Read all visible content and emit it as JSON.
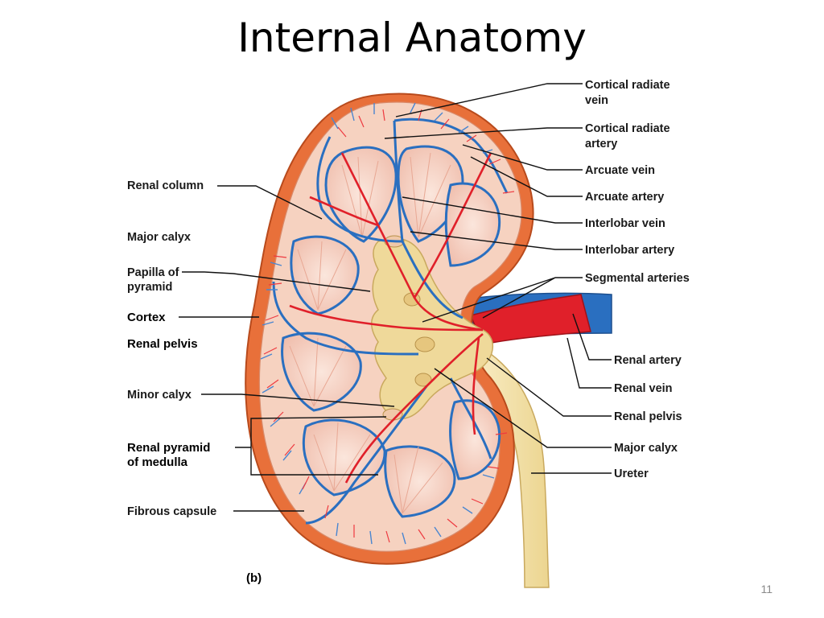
{
  "slide": {
    "title": "Internal Anatomy",
    "slide_number": "11",
    "figure_label": "(b)"
  },
  "labels_left": {
    "renal_column": "Renal column",
    "major_calyx": "Major calyx",
    "papilla_line1": "Papilla of",
    "papilla_line2": "pyramid",
    "cortex": "Cortex",
    "renal_pelvis": "Renal pelvis",
    "minor_calyx": "Minor calyx",
    "renal_pyramid_line1": "Renal pyramid",
    "renal_pyramid_line2": "of medulla",
    "fibrous_capsule": "Fibrous capsule"
  },
  "labels_right": {
    "cortical_radiate_vein_line1": "Cortical radiate",
    "cortical_radiate_vein_line2": "vein",
    "cortical_radiate_artery_line1": "Cortical radiate",
    "cortical_radiate_artery_line2": "artery",
    "arcuate_vein": "Arcuate vein",
    "arcuate_artery": "Arcuate artery",
    "interlobar_vein": "Interlobar vein",
    "interlobar_artery": "Interlobar artery",
    "segmental_arteries": "Segmental arteries",
    "renal_artery": "Renal artery",
    "renal_vein": "Renal vein",
    "renal_pelvis": "Renal pelvis",
    "major_calyx": "Major calyx",
    "ureter": "Ureter"
  },
  "colors": {
    "artery": "#e0202a",
    "vein": "#2a6fc0",
    "capsule": "#e8703a",
    "cortex": "#f6d2c0",
    "medulla": "#f2c2b4",
    "pelvis": "#efd99a",
    "ureter": "#f3e0a8"
  }
}
